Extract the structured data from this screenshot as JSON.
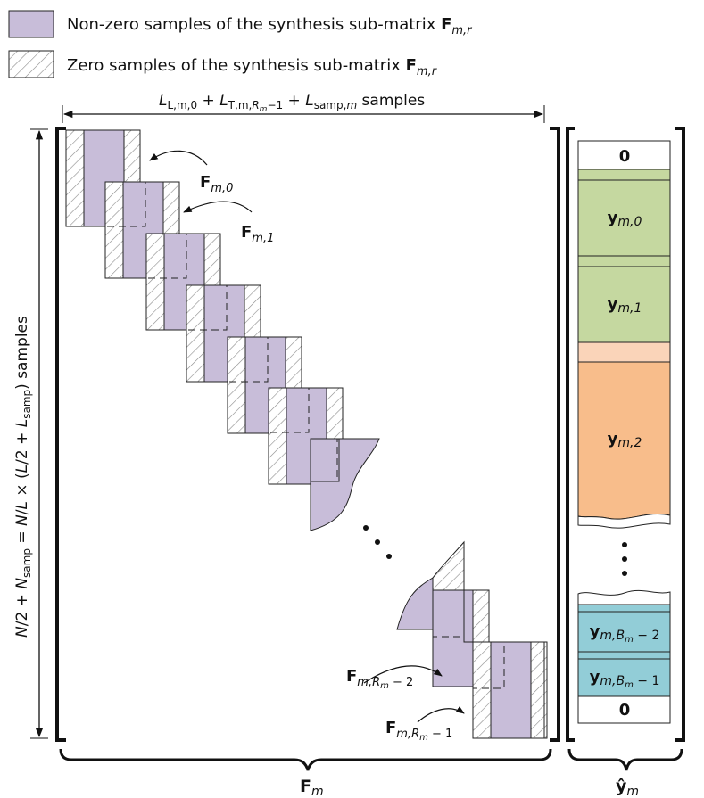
{
  "colors": {
    "nonzero_fill": "#c8bdd9",
    "green": "#c5d8a0",
    "orange": "#f8bd8b",
    "orange_light": "#fad4b9",
    "blue": "#92cdd7"
  },
  "legend": [
    {
      "text": "Non-zero samples of the synthesis sub-matrix",
      "sym": "F",
      "sub": "m,r"
    },
    {
      "text": "Zero samples of the synthesis sub-matrix",
      "sym": "F",
      "sub": "m,r"
    }
  ],
  "top_dim": {
    "t1": "L",
    "s1": "L,m,0",
    "p1": " + ",
    "t2": "L",
    "s2": "T,m,",
    "s2b": "R",
    "s2c": "m",
    "s2d": "−1",
    "p2": " + ",
    "t3": "L",
    "s3": "samp,",
    "s3b": "m",
    "p3": " samples"
  },
  "left_dim": {
    "a": "N",
    "b": "/2 + ",
    "c": "N",
    "d": "samp",
    "e": " = ",
    "f": "N",
    "g": "/",
    "h": "L",
    "k": " × (",
    "l": "L",
    "m": "/2 + ",
    "n": "L",
    "o": "samp",
    "q": ") samples"
  },
  "matrix_labels": {
    "f0_sym": "F",
    "f0_sub": "m,0",
    "f1_sym": "F",
    "f1_sub": "m,1",
    "frm2_sym": "F",
    "frm2_sub": "m,R",
    "frm2_subsub": "m",
    "frm2_tail": " − 2",
    "frm1_sym": "F",
    "frm1_sub": "m,R",
    "frm1_subsub": "m",
    "frm1_tail": " − 1"
  },
  "vector": {
    "zero_top": "0",
    "y0": {
      "sym": "y",
      "sub": "m,0"
    },
    "y1": {
      "sym": "y",
      "sub": "m,1"
    },
    "y2": {
      "sym": "y",
      "sub": "m,2"
    },
    "yBm2": {
      "sym": "y",
      "sub": "m,B",
      "subsub": "m",
      "tail": " − 2"
    },
    "yBm1": {
      "sym": "y",
      "sub": "m,B",
      "subsub": "m",
      "tail": " − 1"
    },
    "zero_bottom": "0"
  },
  "bottom": {
    "fm_sym": "F",
    "fm_sub": "m",
    "y_sym": "ŷ",
    "y_sub": "m"
  }
}
